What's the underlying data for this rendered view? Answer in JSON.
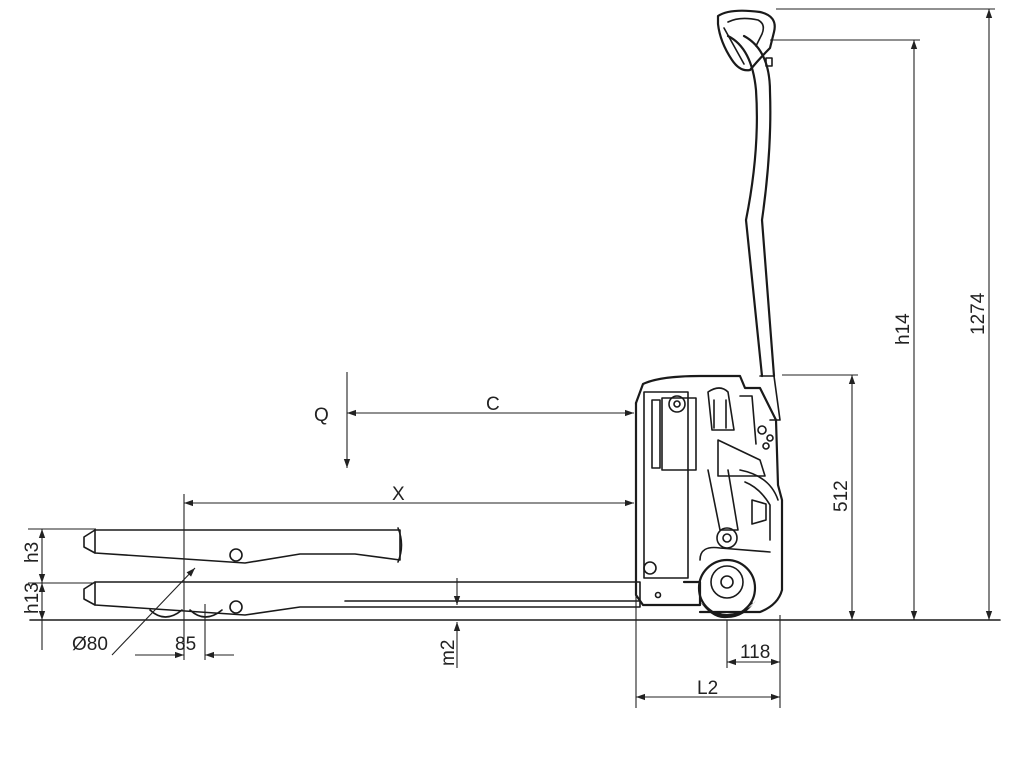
{
  "labels": {
    "q": "Q",
    "c": "C",
    "x": "X",
    "h3": "h3",
    "h13": "h13",
    "h14": "h14",
    "total_height": "1274",
    "handle_height": "512",
    "wheel_diameter": "Ø80",
    "wheel_offset": "85",
    "m2": "m2",
    "rear_overhang": "118",
    "l2": "L2"
  }
}
